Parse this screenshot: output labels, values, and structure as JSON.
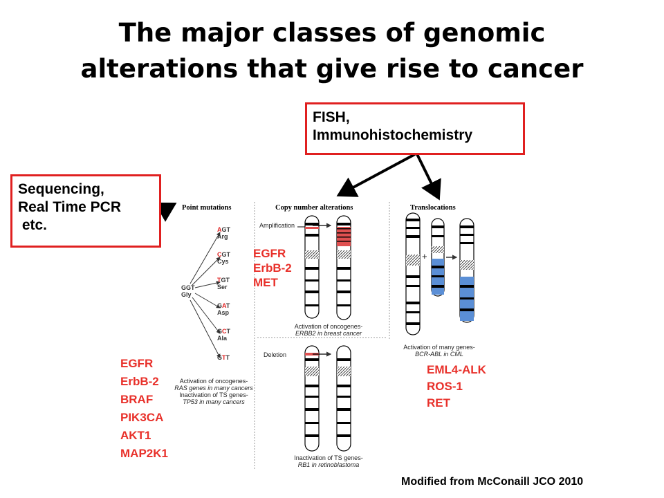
{
  "title_line1": "The major classes of genomic",
  "title_line2": "alterations that give rise to cancer",
  "boxes": {
    "fish": [
      "FISH,",
      "Immunohistochemistry"
    ],
    "sequencing": [
      "Sequencing,",
      "Real Time PCR",
      " etc."
    ]
  },
  "panels": {
    "point": {
      "header": "Point mutations",
      "origin": [
        "GGT",
        "Gly"
      ],
      "codons": [
        {
          "mut": "A",
          "rest": "GT",
          "aa": "Arg"
        },
        {
          "mut": "C",
          "rest": "GT",
          "aa": "Cys"
        },
        {
          "mut": "T",
          "rest": "GT",
          "aa": "Ser"
        },
        {
          "pre": "G",
          "mut": "A",
          "rest": "T",
          "aa": "Asp"
        },
        {
          "pre": "G",
          "mut": "C",
          "rest": "T",
          "aa": "Ala"
        },
        {
          "pre": "G",
          "mut": "T",
          "rest": "T",
          "aa": ""
        }
      ],
      "caption": [
        "Activation of oncogenes-",
        "RAS genes in many cancers",
        "Inactivation of TS genes-",
        "TP53 in many cancers"
      ]
    },
    "copy": {
      "header": "Copy number alterations",
      "amplification": "Amplification",
      "deletion": "Deletion",
      "caption_top": [
        "Activation of oncogenes-",
        "ERBB2 in breast cancer"
      ],
      "caption_bottom": [
        "Inactivation of TS genes-",
        "RB1 in retinoblastoma"
      ]
    },
    "trans": {
      "header": "Translocations",
      "plus": "+",
      "caption": [
        "Activation of many genes-",
        "BCR-ABL in CML"
      ]
    }
  },
  "gene_lists": {
    "copy": [
      "EGFR",
      "ErbB-2",
      "MET"
    ],
    "point": [
      "EGFR",
      "ErbB-2",
      "BRAF",
      "PIK3CA",
      "AKT1",
      "MAP2K1"
    ],
    "trans": [
      "EML4-ALK",
      "ROS-1",
      "RET"
    ]
  },
  "credit": "Modified from McConaill JCO 2010",
  "colors": {
    "box_border": "#e02020",
    "gene_text": "#e8302a",
    "translocated": "#5b8fd6",
    "amplified": "#e05050"
  }
}
